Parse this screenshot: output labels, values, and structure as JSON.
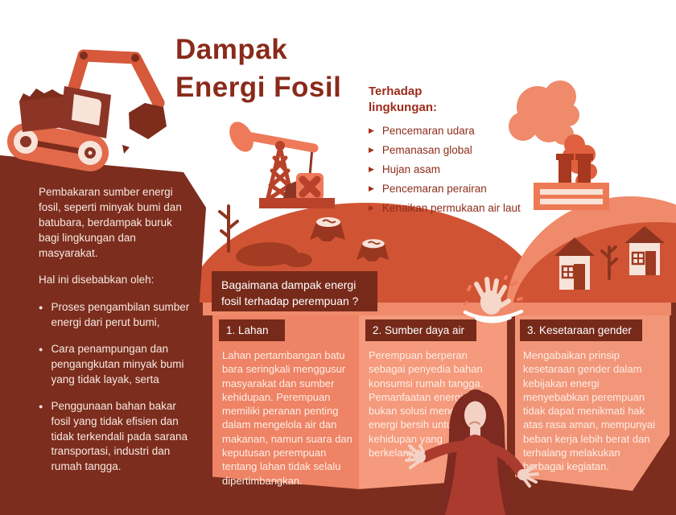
{
  "title": {
    "line1": "Dampak",
    "line2": "Energi Fosil"
  },
  "environment": {
    "heading": "Terhadap lingkungan:",
    "bullet": "▶",
    "items": [
      "Pencemaran udara",
      "Pemanasan global",
      "Hujan asam",
      "Pencemaran perairan",
      "Kenaikan permukaan air laut"
    ]
  },
  "left_panel": {
    "intro": "Pembakaran sumber energi fosil, seperti minyak bumi dan batubara, berdampak buruk bagi lingkungan dan masyarakat.",
    "causes_heading": "Hal ini disebabkan oleh:",
    "bullet": "●",
    "causes": [
      "Proses pengambilan sumber energi dari perut bumi,",
      "Cara penampungan dan pengangkutan minyak bumi yang tidak layak, serta",
      "Penggunaan bahan bakar fosil yang tidak efisien dan tidak terkendali pada sarana transportasi, industri dan rumah tangga."
    ]
  },
  "question_banner": "Bagaimana dampak energi fosil terhadap perempuan ?",
  "columns": [
    {
      "header": "1. Lahan",
      "body": "Lahan pertambangan batu bara seringkali menggusur masyarakat dan sumber kehidupan. Perempuan memiliki peranan penting dalam mengelola air dan makanan, namun suara dan keputusan perempuan tentang lahan tidak selalu dipertimbangkan."
    },
    {
      "header": "2. Sumber daya air",
      "body": "Perempuan berperan sebagai penyedia bahan konsumsi rumah tangga. Pemanfaatan energi fosil bukan solusi mendapat energi bersih untuk kehidupan yang berkelanjutan."
    },
    {
      "header": "3. Kesetaraan gender",
      "body": "Mengabaikan prinsip kesetaraan gender dalam kebijakan energi menyebabkan perempuan tidak dapat menikmati hak atas rasa aman, mempunyai beban kerja lebih berat dan terhalang melakukan berbagai kegiatan."
    }
  ],
  "colors": {
    "title_text": "#8a2a1a",
    "dark_maroon": "#7c2d1e",
    "header_box": "#772a1a",
    "hill_orange": "#d05434",
    "hill_salmon": "#ef8a6b",
    "panel_1": "#ee8365",
    "panel_2": "#f59a7c",
    "panel_3": "#f29679",
    "accent_orange": "#d5593a",
    "cream": "#f8e3d9"
  }
}
